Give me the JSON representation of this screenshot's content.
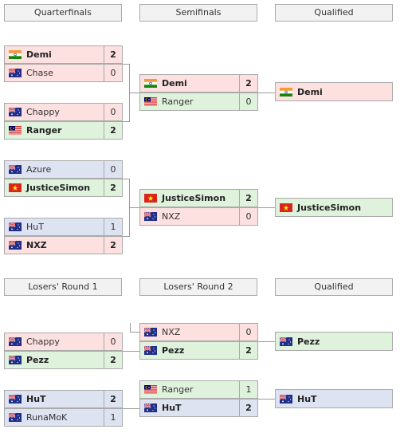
{
  "headers": {
    "quarterfinals": "Quarterfinals",
    "semifinals": "Semifinals",
    "qualified_top": "Qualified",
    "losers_r1": "Losers' Round 1",
    "losers_r2": "Losers' Round 2",
    "qualified_bottom": "Qualified"
  },
  "matches": {
    "qf1": {
      "p1": {
        "name": "Demi",
        "score": "2",
        "flag": "india"
      },
      "p2": {
        "name": "Chase",
        "score": "0",
        "flag": "australia"
      }
    },
    "qf2": {
      "p1": {
        "name": "Chappy",
        "score": "0",
        "flag": "australia"
      },
      "p2": {
        "name": "Ranger",
        "score": "2",
        "flag": "malaysia"
      }
    },
    "qf3": {
      "p1": {
        "name": "Azure",
        "score": "0",
        "flag": "australia"
      },
      "p2": {
        "name": "JusticeSimon",
        "score": "2",
        "flag": "vietnam"
      }
    },
    "qf4": {
      "p1": {
        "name": "HuT",
        "score": "1",
        "flag": "australia"
      },
      "p2": {
        "name": "NXZ",
        "score": "2",
        "flag": "australia"
      }
    },
    "sf1": {
      "p1": {
        "name": "Demi",
        "score": "2",
        "flag": "india"
      },
      "p2": {
        "name": "Ranger",
        "score": "0",
        "flag": "malaysia"
      }
    },
    "sf2": {
      "p1": {
        "name": "JusticeSimon",
        "score": "2",
        "flag": "vietnam"
      },
      "p2": {
        "name": "NXZ",
        "score": "0",
        "flag": "australia"
      }
    },
    "lr1a": {
      "p1": {
        "name": "Chappy",
        "score": "0",
        "flag": "australia"
      },
      "p2": {
        "name": "Pezz",
        "score": "2",
        "flag": "australia"
      }
    },
    "lr1b": {
      "p1": {
        "name": "HuT",
        "score": "2",
        "flag": "australia"
      },
      "p2": {
        "name": "RunaMoK",
        "score": "1",
        "flag": "australia"
      }
    },
    "lr2a": {
      "p1": {
        "name": "NXZ",
        "score": "0",
        "flag": "australia"
      },
      "p2": {
        "name": "Pezz",
        "score": "2",
        "flag": "australia"
      }
    },
    "lr2b": {
      "p1": {
        "name": "Ranger",
        "score": "1",
        "flag": "malaysia"
      },
      "p2": {
        "name": "HuT",
        "score": "2",
        "flag": "australia"
      }
    }
  },
  "qualified": {
    "q1": {
      "name": "Demi",
      "flag": "india"
    },
    "q2": {
      "name": "JusticeSimon",
      "flag": "vietnam"
    },
    "q3": {
      "name": "Pezz",
      "flag": "australia"
    },
    "q4": {
      "name": "HuT",
      "flag": "australia"
    }
  },
  "colors": {
    "loss": "#fde0e0",
    "win": "#dff2dc",
    "neutral": "#dee3f1",
    "border": "#aaaaaa"
  }
}
